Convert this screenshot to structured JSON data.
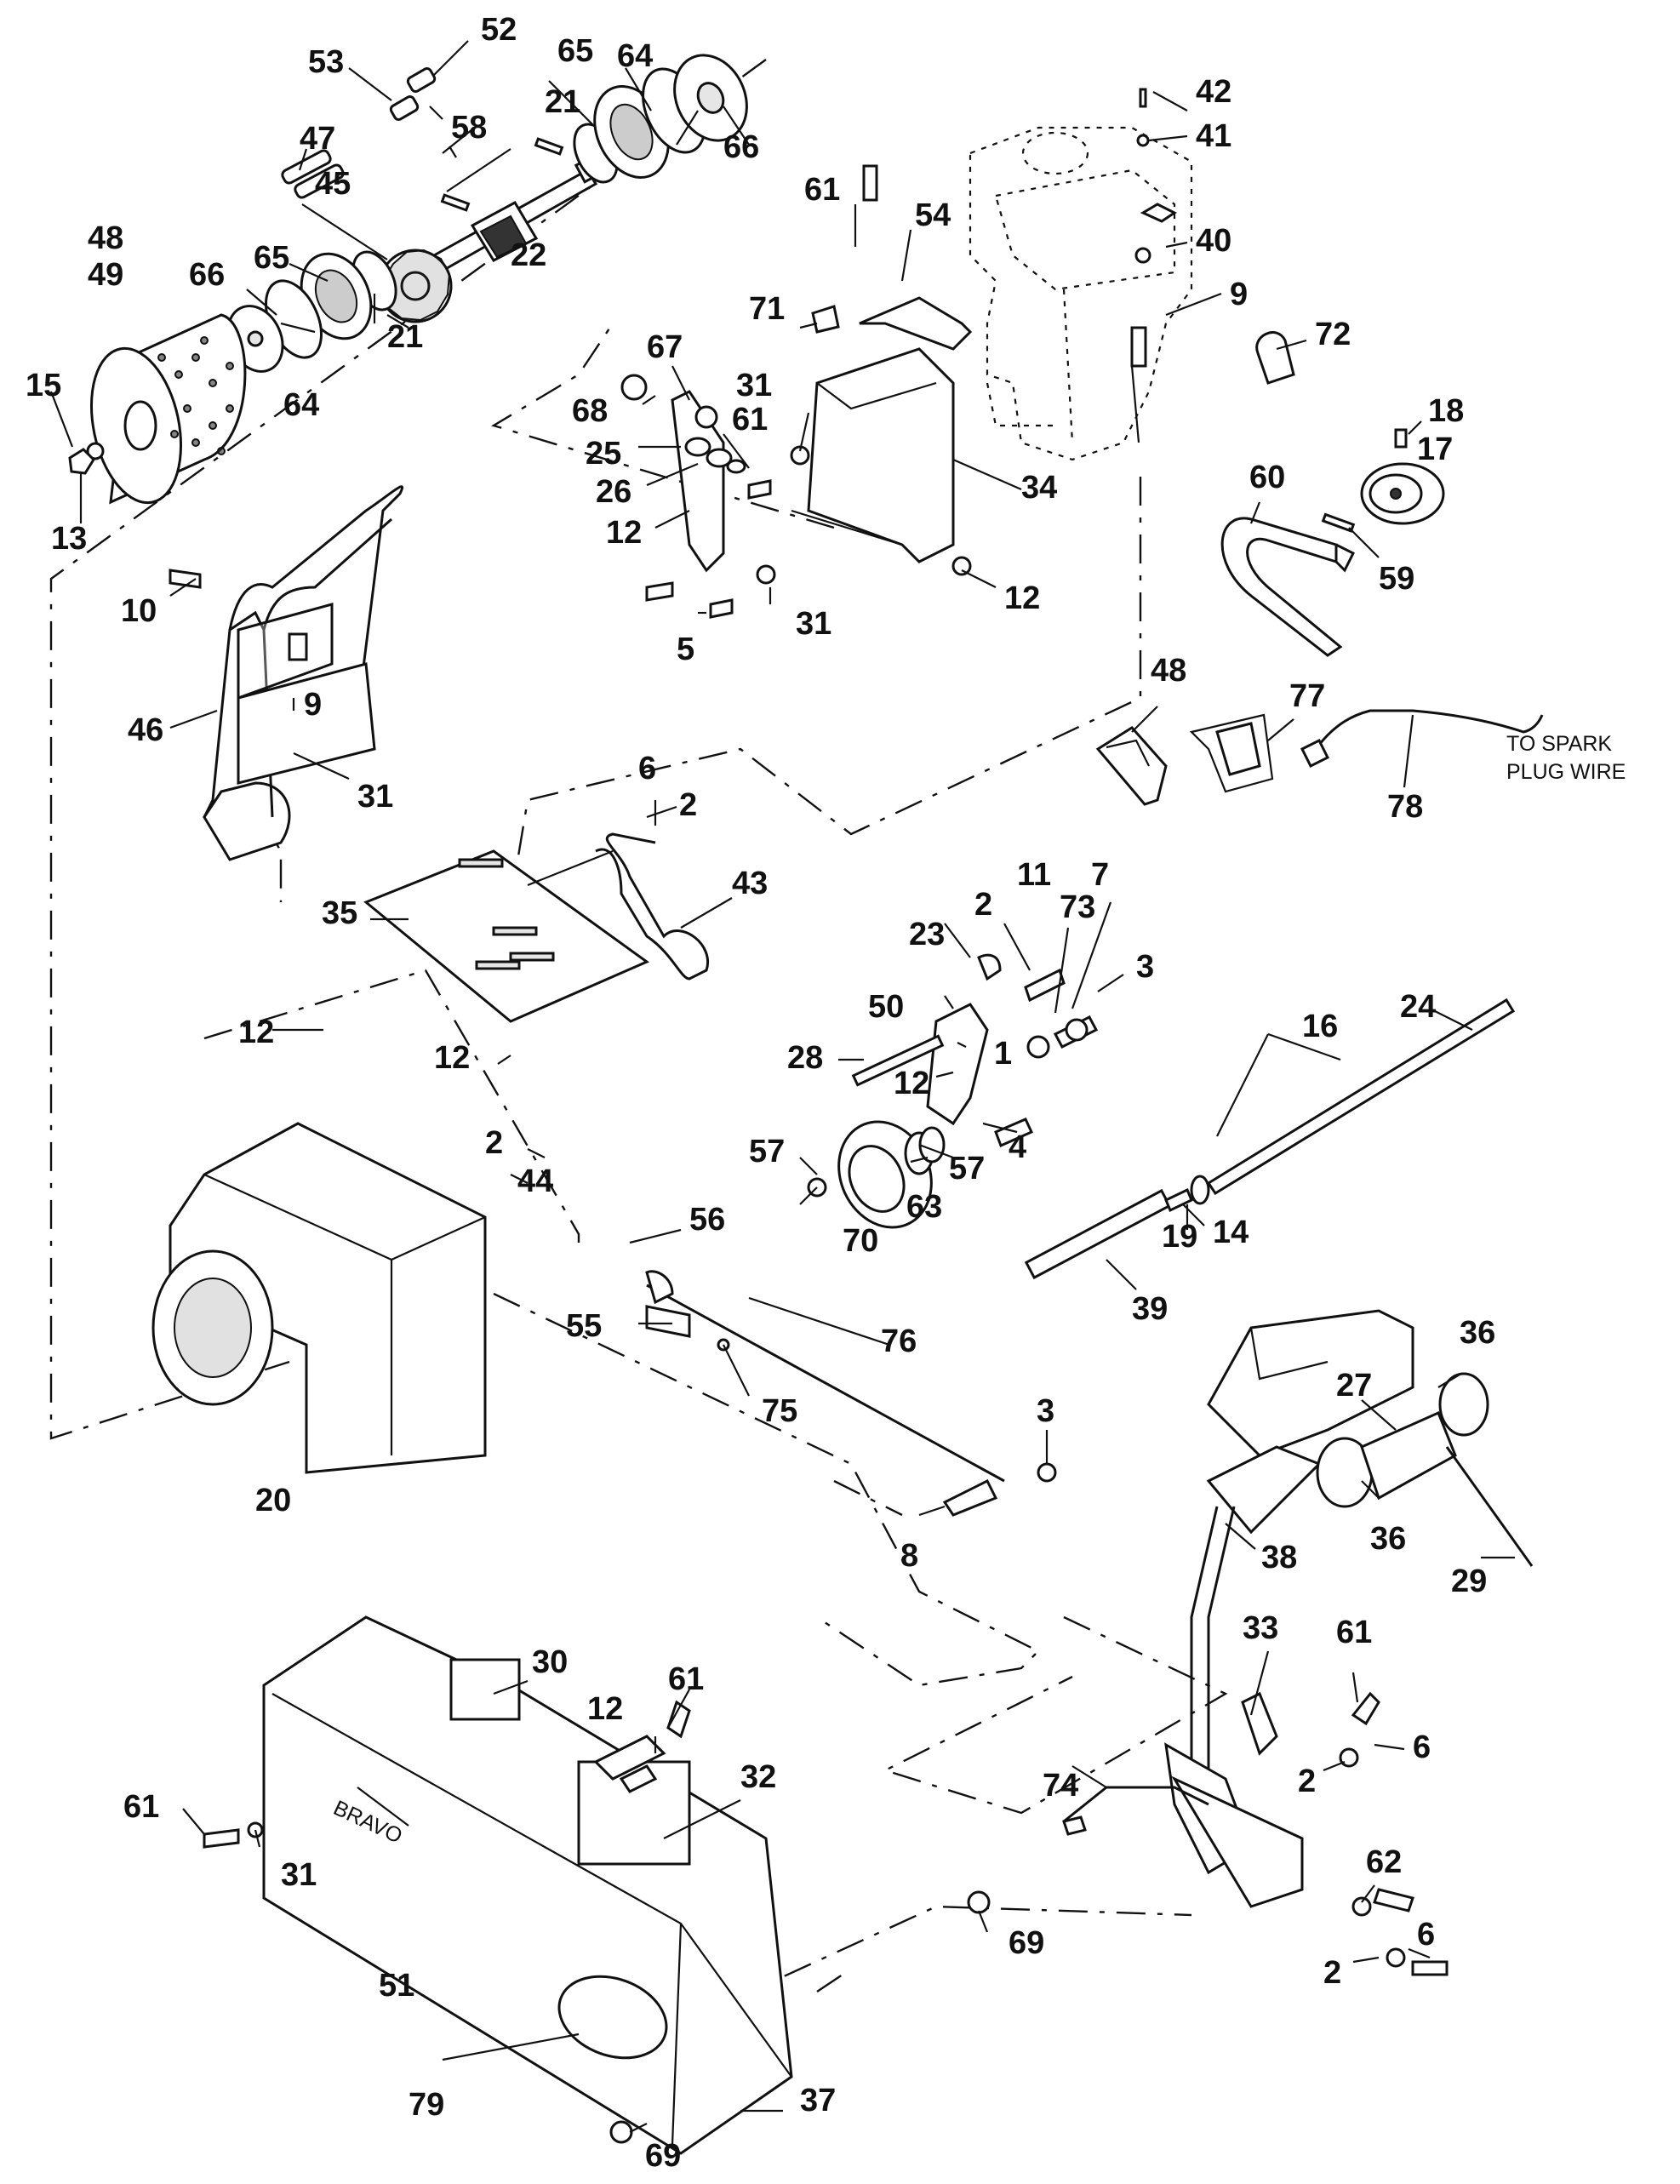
{
  "callouts": [
    "1",
    "2",
    "3",
    "4",
    "5",
    "6",
    "7",
    "8",
    "9",
    "10",
    "11",
    "12",
    "13",
    "14",
    "15",
    "16",
    "17",
    "18",
    "19",
    "20",
    "21",
    "22",
    "23",
    "24",
    "25",
    "26",
    "27",
    "28",
    "29",
    "30",
    "31",
    "32",
    "33",
    "34",
    "35",
    "36",
    "37",
    "38",
    "39",
    "40",
    "41",
    "42",
    "43",
    "44",
    "45",
    "46",
    "47",
    "48",
    "49",
    "50",
    "51",
    "52",
    "53",
    "54",
    "55",
    "56",
    "57",
    "58",
    "59",
    "60",
    "61",
    "62",
    "63",
    "64",
    "65",
    "66",
    "67",
    "68",
    "69",
    "70",
    "71",
    "72",
    "73",
    "74",
    "75",
    "76",
    "77",
    "78",
    "79"
  ],
  "annotations": {
    "spark_plug_line1": "TO SPARK",
    "spark_plug_line2": "PLUG WIRE"
  },
  "cover_lettering": "BRAVO"
}
